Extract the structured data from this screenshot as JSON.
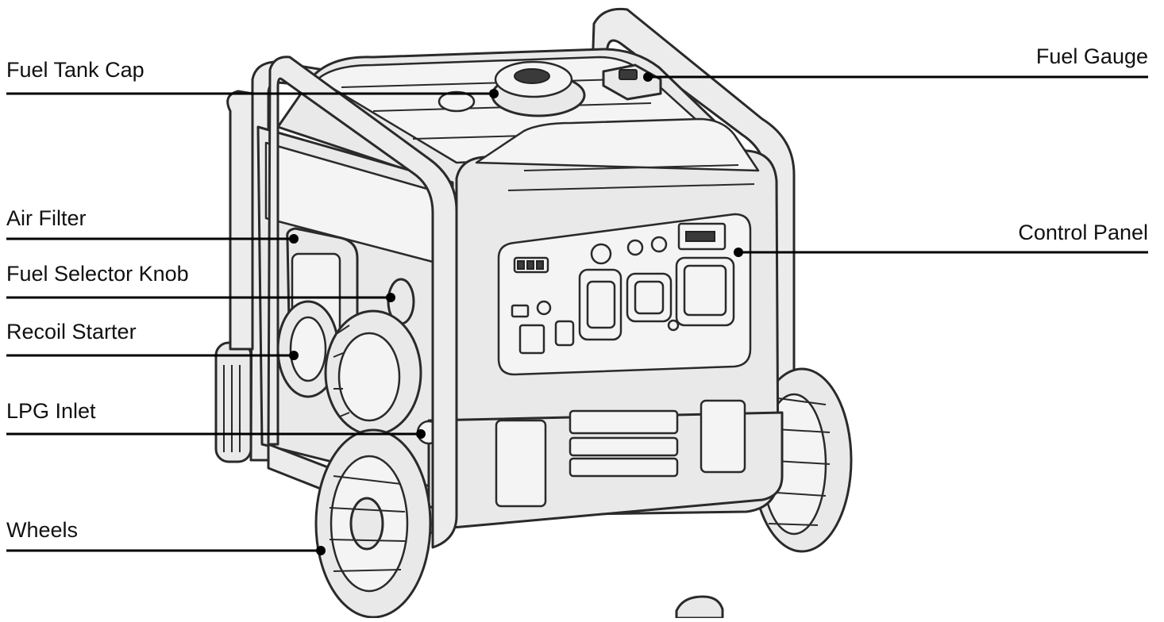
{
  "diagram": {
    "labels": {
      "fuel_tank_cap": "Fuel Tank Cap",
      "air_filter": "Air Filter",
      "fuel_selector_knob": "Fuel Selector Knob",
      "recoil_starter": "Recoil Starter",
      "lpg_inlet": "LPG Inlet",
      "wheels": "Wheels",
      "fuel_gauge": "Fuel Gauge",
      "control_panel": "Control Panel"
    },
    "colors": {
      "line": "#000000",
      "outline": "#2a2a2a",
      "body_fill": "#e9e9e9"
    }
  }
}
